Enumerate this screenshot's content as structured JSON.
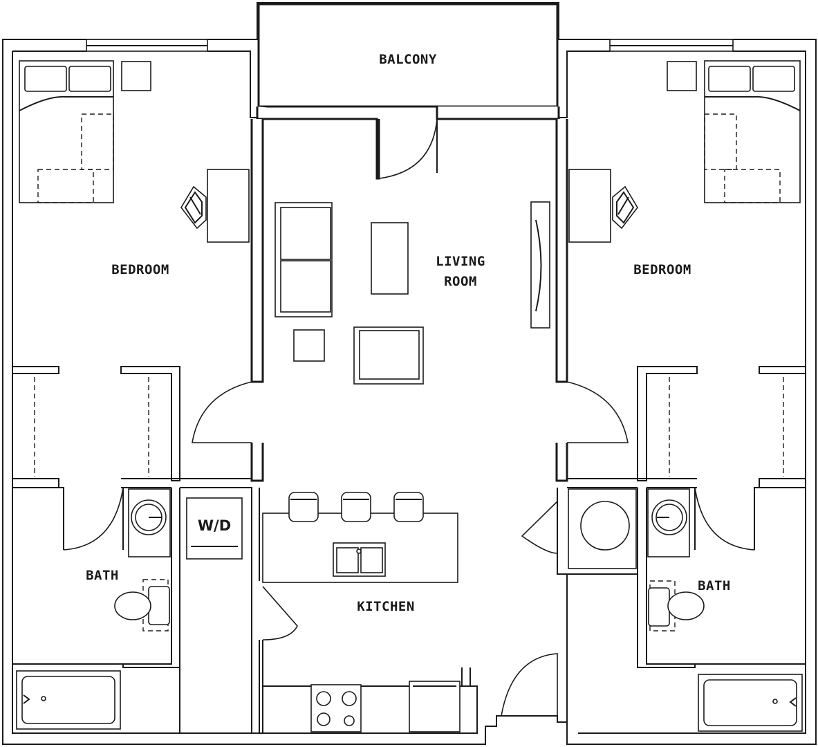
{
  "rooms": {
    "balcony": "BALCONY",
    "living_line1": "LIVING",
    "living_line2": "ROOM",
    "bedroom_left": "BEDROOM",
    "bedroom_right": "BEDROOM",
    "bath_left": "BATH",
    "bath_right": "BATH",
    "kitchen": "KITCHEN",
    "washer_dryer": "W/D"
  },
  "colors": {
    "line": "#1a1a1a",
    "background": "#ffffff"
  }
}
